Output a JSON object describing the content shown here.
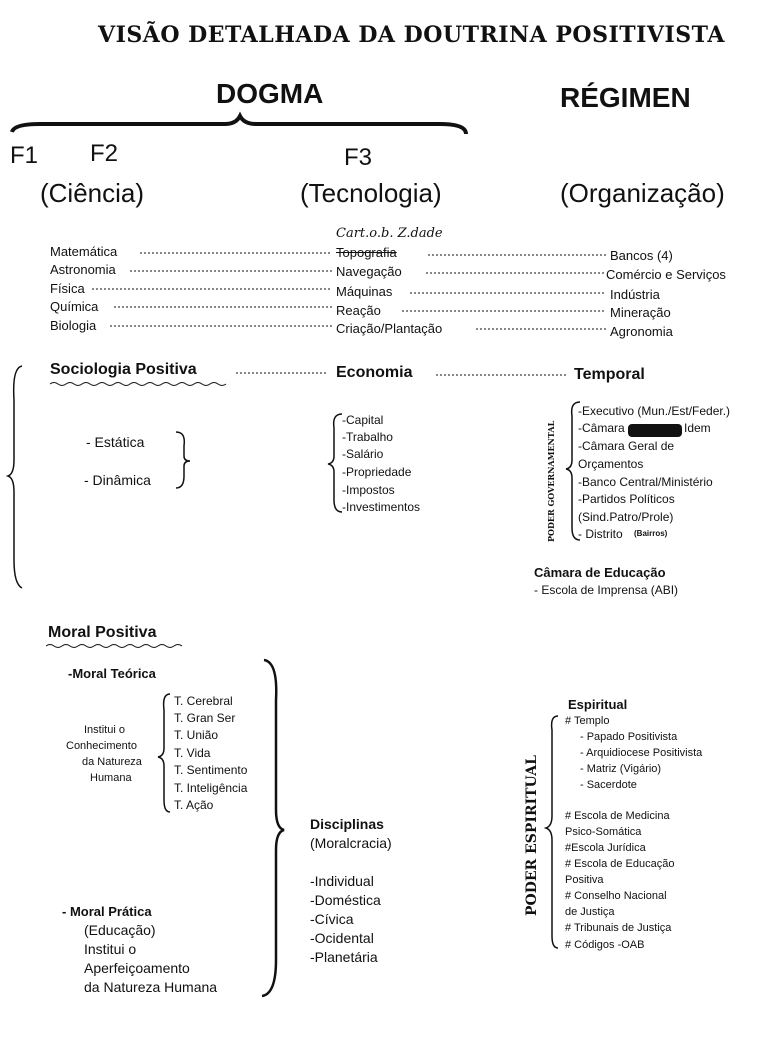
{
  "title": "VISÃO DETALHADA DA DOUTRINA POSITIVISTA",
  "dogma": "DOGMA",
  "regimen": "RÉGIMEN",
  "f1": "F1",
  "f2": "F2",
  "f3": "F3",
  "ciencia": "(Ciência)",
  "tecnologia": "(Tecnologia)",
  "organizacao": "(Organização)",
  "handwritten_note": "Cart.o.b. Z.dade",
  "science_rows": [
    {
      "ciencia": "Matemática",
      "tecnologia": "Topografia",
      "organizacao": "Bancos (4)"
    },
    {
      "ciencia": "Astronomia",
      "tecnologia": "Navegação",
      "organizacao": "Comércio e  Serviços"
    },
    {
      "ciencia": "Física",
      "tecnologia": "Máquinas",
      "organizacao": "Indústria"
    },
    {
      "ciencia": "Química",
      "tecnologia": "Reação",
      "organizacao": "Mineração"
    },
    {
      "ciencia": "Biologia",
      "tecnologia": "Criação/Plantação",
      "organizacao": "Agronomia"
    }
  ],
  "sociologia": {
    "label": "Sociologia Positiva",
    "economia": "Economia",
    "temporal": "Temporal",
    "estatica": "- Estática",
    "dinamica": "- Dinâmica",
    "economia_items": [
      "-Capital",
      "-Trabalho",
      "-Salário",
      "-Propriedade",
      "-Impostos",
      "-Investimentos"
    ],
    "poder_governamental": "PODER GOVERNAMENTAL",
    "temporal_items": [
      "-Executivo (Mun./Est/Feder.)",
      "-Câmara",
      "-Câmara Geral de",
      "Orçamentos",
      "-Banco Central/Ministério",
      "-Partidos Políticos",
      "(Sind.Patro/Prole)",
      "- Distrito"
    ],
    "idem": "Idem",
    "distrito_note": "(Bairros)",
    "camara_educacao": "Câmara de Educação",
    "escola_imprensa": "- Escola de Imprensa (ABI)"
  },
  "moral": {
    "label": "Moral Positiva",
    "teorica": "-Moral Teórica",
    "institui_lines": [
      "Institui o",
      "Conhecimento",
      "da Natureza",
      "Humana"
    ],
    "teorica_items": [
      "T. Cerebral",
      "T. Gran Ser",
      "T. União",
      "T. Vida",
      "T. Sentimento",
      "T. Inteligência",
      "T. Ação"
    ],
    "disciplinas": "Disciplinas",
    "moralcracia": "(Moralcracia)",
    "disciplinas_items": [
      "-Individual",
      "-Doméstica",
      "-Cívica",
      "-Ocidental",
      "-Planetária"
    ],
    "pratica": "- Moral Prática",
    "pratica_lines": [
      "(Educação)",
      "Institui o",
      "Aperfeiçoamento",
      "da Natureza Humana"
    ]
  },
  "espiritual": {
    "label": "Espiritual",
    "poder": "PODER ESPIRITUAL",
    "items": [
      "# Templo",
      "- Papado Positivista",
      "- Arquidiocese Positivista",
      "- Matriz (Vigário)",
      "- Sacerdote",
      "# Escola de Medicina",
      "Psico-Somática",
      "#Escola Jurídica",
      "# Escola de Educação",
      "Positiva",
      "# Conselho Nacional",
      "de Justiça",
      "# Tribunais de Justiça",
      "# Códigos -OAB"
    ]
  }
}
